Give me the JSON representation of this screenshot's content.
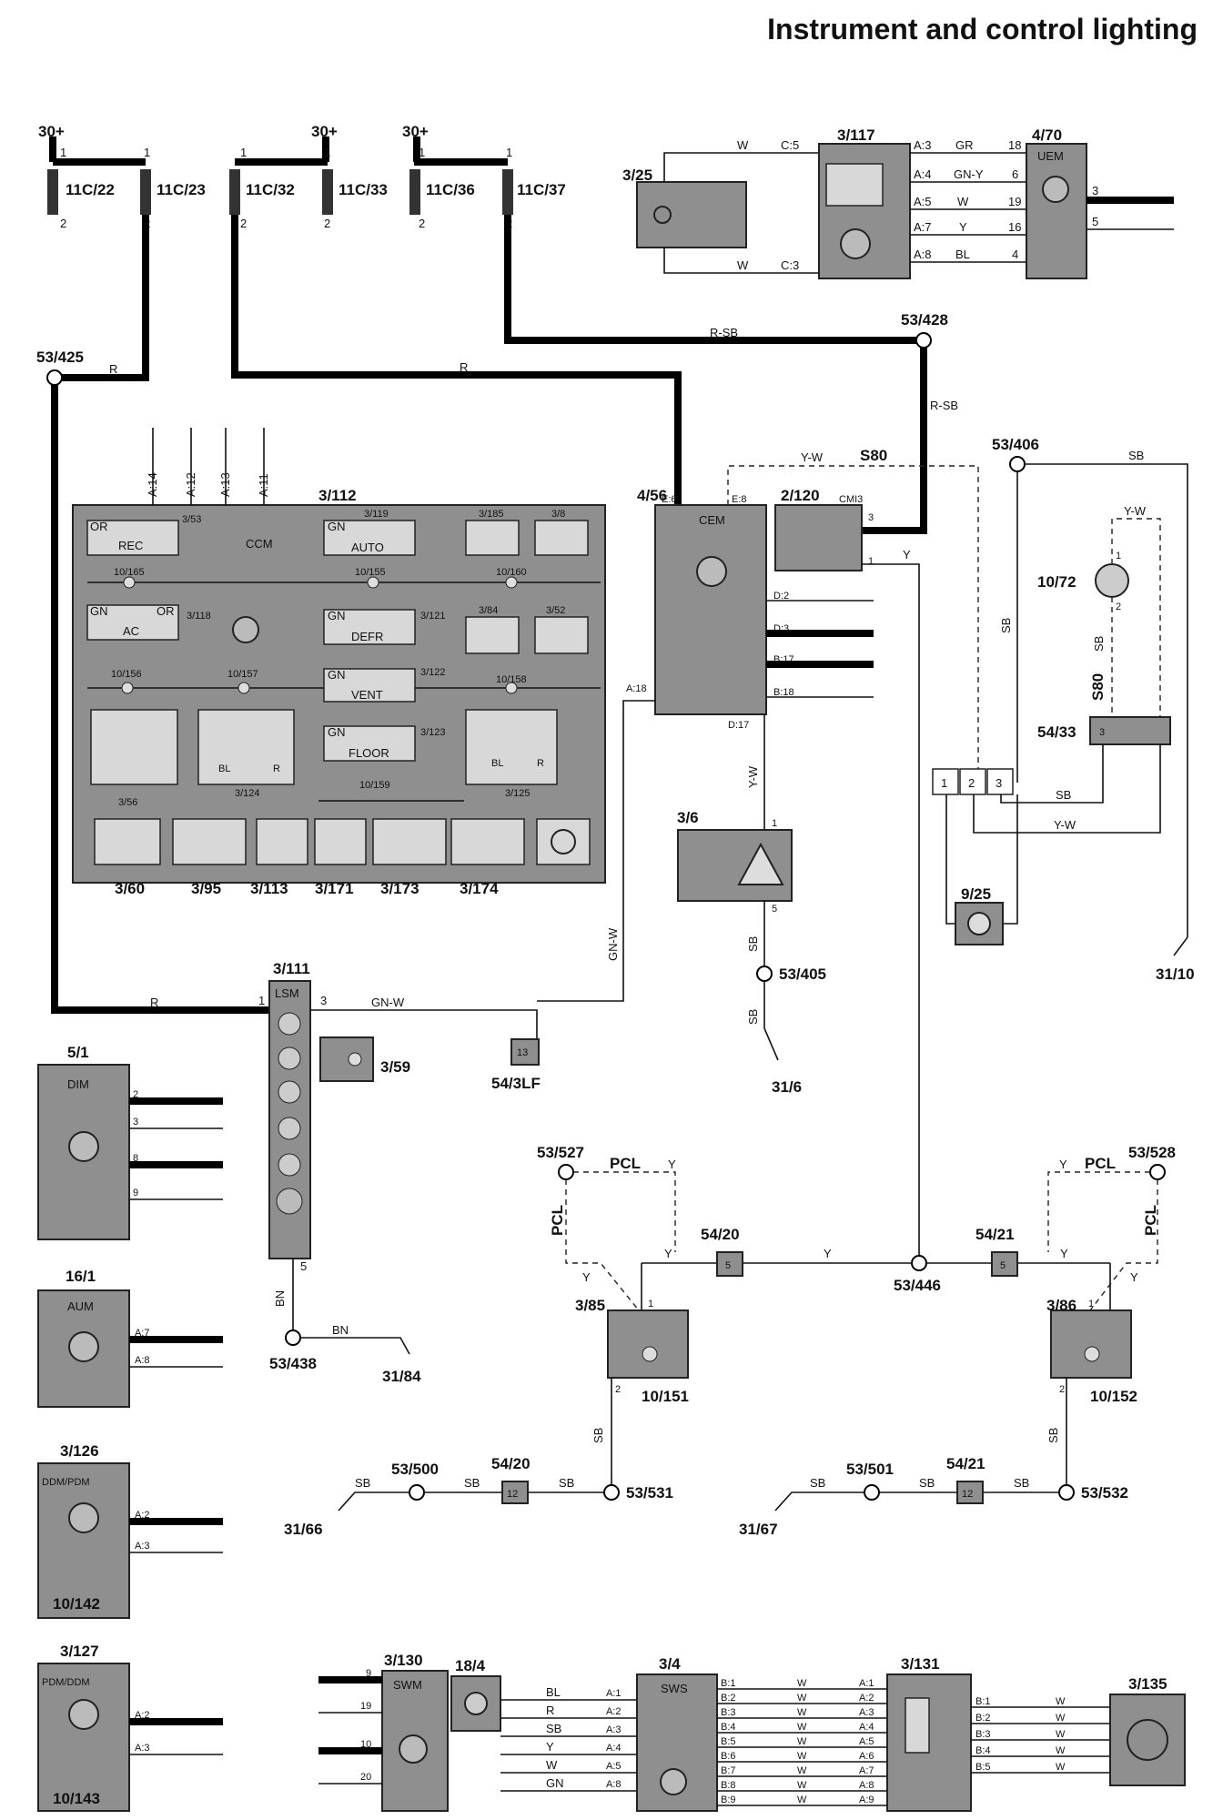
{
  "title": "Instrument and control lighting",
  "fuses": {
    "supply": "30+",
    "labels": [
      "11C/22",
      "11C/23",
      "11C/32",
      "11C/33",
      "11C/36",
      "11C/37"
    ],
    "pin_top": "1",
    "pin_bottom": "2"
  },
  "modules": {
    "m3_25": "3/25",
    "m3_117": "3/117",
    "m4_70": "4/70",
    "uem": "UEM",
    "m3_112": "3/112",
    "ccm": "CCM",
    "m4_56": "4/56",
    "cem": "CEM",
    "m2_120": "2/120",
    "cmi3": "CMI3",
    "m3_6": "3/6",
    "m3_111": "3/111",
    "lsm": "LSM",
    "m3_59": "3/59",
    "m5_1": "5/1",
    "dim": "DIM",
    "m16_1": "16/1",
    "aum": "AUM",
    "m3_126": "3/126",
    "ddm_pdm": "DDM/PDM",
    "m10_142": "10/142",
    "m3_127": "3/127",
    "pdm_ddm": "PDM/DDM",
    "m10_143": "10/143",
    "m3_130": "3/130",
    "swm": "SWM",
    "m18_4": "18/4",
    "m3_4": "3/4",
    "sws": "SWS",
    "m3_131": "3/131",
    "m3_135": "3/135",
    "m10_72": "10/72",
    "m54_33": "54/33",
    "m9_25": "9/25",
    "m3_85": "3/85",
    "m3_86": "3/86",
    "m10_151": "10/151",
    "m10_152": "10/152",
    "m54_3lf": "54/3LF",
    "m54_20a": "54/20",
    "m54_21a": "54/21",
    "m54_20b": "54/20",
    "m54_21b": "54/21"
  },
  "ccm_parts": {
    "sub_labels": [
      "3/53",
      "3/119",
      "3/185",
      "3/8",
      "10/165",
      "10/155",
      "10/160",
      "3/118",
      "3/121",
      "3/84",
      "3/52",
      "10/156",
      "10/157",
      "3/122",
      "10/158",
      "3/123",
      "3/124",
      "10/159",
      "3/125",
      "3/56"
    ],
    "buttons": [
      "REC",
      "AUTO",
      "AC",
      "DEFR",
      "VENT",
      "FLOOR"
    ],
    "gn": "GN",
    "or": "OR",
    "bl": "BL",
    "r": "R",
    "a_pins": [
      "A:14",
      "A:12",
      "A:13",
      "A:11"
    ],
    "bottom_labels": [
      "3/60",
      "3/95",
      "3/113",
      "3/171",
      "3/173",
      "3/174"
    ]
  },
  "splices": {
    "s425": "53/425",
    "s428": "53/428",
    "s406": "53/406",
    "s405": "53/405",
    "s438": "53/438",
    "s446": "53/446",
    "s527": "53/527",
    "s528": "53/528",
    "s500": "53/500",
    "s501": "53/501",
    "s531": "53/531",
    "s532": "53/532"
  },
  "grounds": [
    "31/10",
    "31/6",
    "31/84",
    "31/66",
    "31/67"
  ],
  "wires": {
    "w": "W",
    "r": "R",
    "rsb": "R-SB",
    "yw": "Y-W",
    "y": "Y",
    "sb": "SB",
    "gnw": "GN-W",
    "bn": "BN",
    "gr": "GR",
    "gny": "GN-Y",
    "bl": "BL",
    "pcl": "PCL",
    "s80": "S80"
  },
  "pins": {
    "c5": "C:5",
    "c3": "C:3",
    "uem_left": [
      "A:3",
      "A:4",
      "A:5",
      "A:7",
      "A:8"
    ],
    "uem_nums": [
      "18",
      "6",
      "19",
      "16",
      "4"
    ],
    "uem_out": [
      "3",
      "5"
    ],
    "cem_top": [
      "E:6",
      "E:8"
    ],
    "cem_right": [
      "D:2",
      "D:3",
      "B:17",
      "B:18"
    ],
    "cem_a18": "A:18",
    "cem_d17": "D:17",
    "cmi3_pins": [
      "3",
      "1"
    ],
    "relay_nums": [
      "1",
      "2",
      "3"
    ],
    "p1": "1",
    "p2": "2",
    "p3": "3",
    "p5": "5",
    "p13": "13",
    "p12": "12",
    "dim_pins": [
      "2",
      "3",
      "8",
      "9"
    ],
    "aum_pins": [
      "A:7",
      "A:8"
    ],
    "ddm_pins": [
      "A:2",
      "A:3"
    ],
    "swm_pins": [
      "9",
      "19",
      "10",
      "20"
    ],
    "sws_a": [
      "A:1",
      "A:2",
      "A:3",
      "A:4",
      "A:5",
      "A:8"
    ],
    "sws_a_wires": [
      "BL",
      "R",
      "SB",
      "Y",
      "W",
      "GN"
    ],
    "sws_b": [
      "B:1",
      "B:2",
      "B:3",
      "B:4",
      "B:5",
      "B:6",
      "B:7",
      "B:8",
      "B:9"
    ],
    "m131_a": [
      "A:1",
      "A:2",
      "A:3",
      "A:4",
      "A:5",
      "A:6",
      "A:7",
      "A:8",
      "A:9"
    ],
    "m131_b": [
      "B:1",
      "B:2",
      "B:3",
      "B:4",
      "B:5"
    ]
  }
}
